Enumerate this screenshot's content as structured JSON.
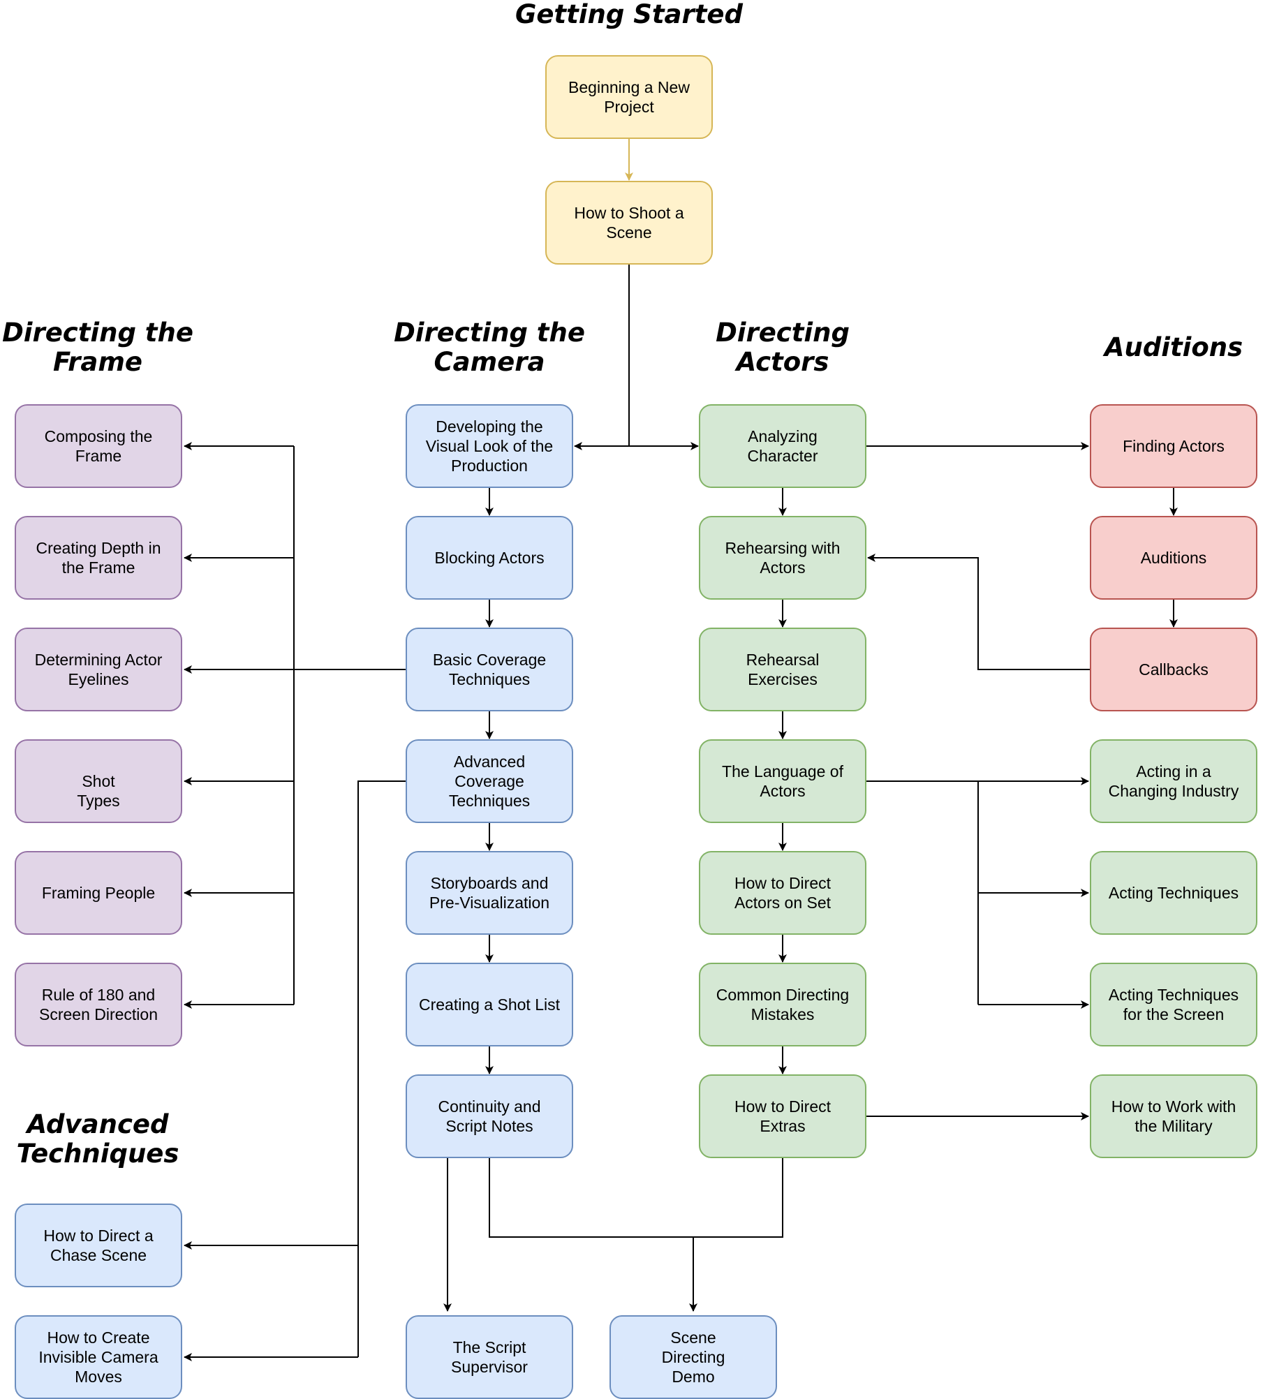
{
  "headings": {
    "getting_started": "Getting Started",
    "directing_frame": "Directing the Frame",
    "directing_camera": "Directing the Camera",
    "directing_actors": "Directing Actors",
    "auditions": "Auditions",
    "advanced_techniques": "Advanced Techniques"
  },
  "nodes": {
    "beginning_new_project": "Beginning a New Project",
    "how_to_shoot_scene": "How to Shoot a Scene",
    "composing_frame": "Composing the Frame",
    "creating_depth": "Creating Depth in the Frame",
    "determining_eyelines": "Determining Actor Eyelines",
    "shot_types": "Shot Types",
    "framing_people": "Framing People",
    "rule_of_180": "Rule of 180 and Screen Direction",
    "developing_visual_look": "Developing the Visual Look of the Production",
    "blocking_actors": "Blocking Actors",
    "basic_coverage": "Basic Coverage Techniques",
    "advanced_coverage": "Advanced Coverage Techniques",
    "storyboards": "Storyboards and Pre-Visualization",
    "creating_shot_list": "Creating a Shot List",
    "continuity_notes": "Continuity and Script Notes",
    "script_supervisor": "The Script Supervisor",
    "scene_directing_demo": "Scene Directing Demo",
    "analyzing_character": "Analyzing Character",
    "rehearsing_actors": "Rehearsing with Actors",
    "rehearsal_exercises": "Rehearsal Exercises",
    "language_of_actors": "The Language of Actors",
    "direct_actors_on_set": "How to Direct Actors on Set",
    "common_mistakes": "Common Directing Mistakes",
    "direct_extras": "How to Direct Extras",
    "finding_actors": "Finding Actors",
    "auditions": "Auditions",
    "callbacks": "Callbacks",
    "acting_changing_industry": "Acting in a Changing Industry",
    "acting_techniques": "Acting Techniques",
    "acting_techniques_screen": "Acting Techniques for the Screen",
    "work_with_military": "How to Work with the Military",
    "direct_chase_scene": "How to Direct a Chase Scene",
    "invisible_camera_moves": "How to Create Invisible Camera Moves"
  },
  "colors": {
    "yellow_fill": "#fff2cc",
    "yellow_stroke": "#d6b656",
    "blue_fill": "#dae8fc",
    "blue_stroke": "#6c8ebf",
    "green_fill": "#d5e8d4",
    "green_stroke": "#82b366",
    "red_fill": "#f8cecc",
    "red_stroke": "#b85450",
    "purple_fill": "#e1d5e7",
    "purple_stroke": "#9673a6",
    "connector": "#000000",
    "connector_start": "#d6b656"
  }
}
